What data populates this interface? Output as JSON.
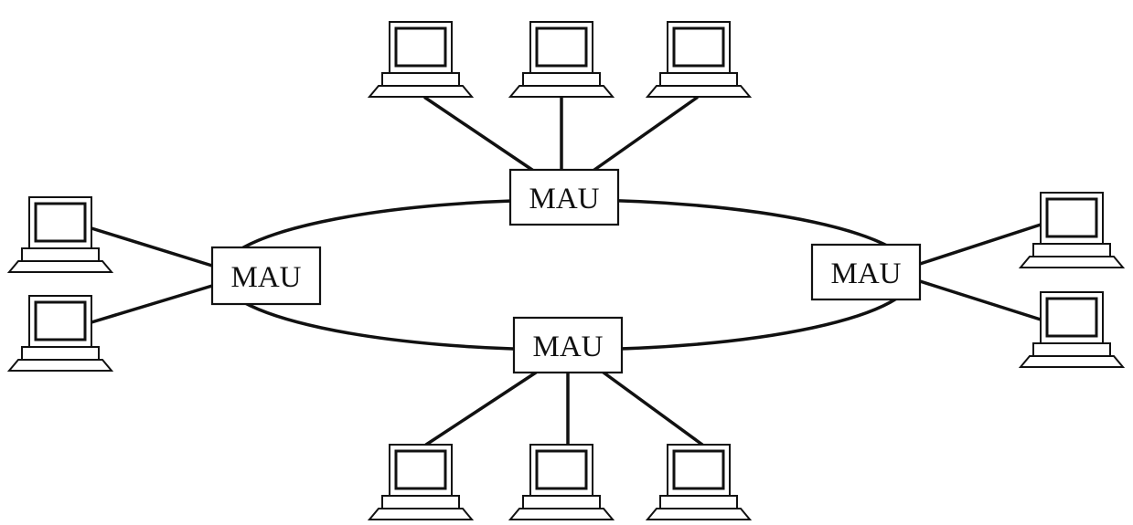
{
  "network": {
    "hubs": [
      {
        "id": "top",
        "label": "MAU"
      },
      {
        "id": "left",
        "label": "MAU"
      },
      {
        "id": "right",
        "label": "MAU"
      },
      {
        "id": "bottom",
        "label": "MAU"
      }
    ]
  }
}
